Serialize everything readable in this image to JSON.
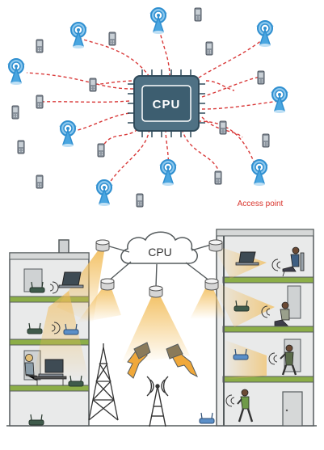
{
  "top_diagram": {
    "cpu_label": "CPU",
    "access_point_label": "Access point",
    "colors": {
      "chip_fill": "#4f7184",
      "chip_border": "#2f4a5a",
      "link_dash": "#d93a3a",
      "tower_blue": "#2f8fd0",
      "phone_gray": "#707b88",
      "label_red": "#d9342c"
    }
  },
  "bottom_diagram": {
    "cloud_label": "CPU",
    "colors": {
      "building_fill": "#e9eaea",
      "floor_band": "#8cae48",
      "building_outline": "#555b5d",
      "light_beam": "#f2bd5a",
      "lightning": "#f0a83a"
    }
  }
}
